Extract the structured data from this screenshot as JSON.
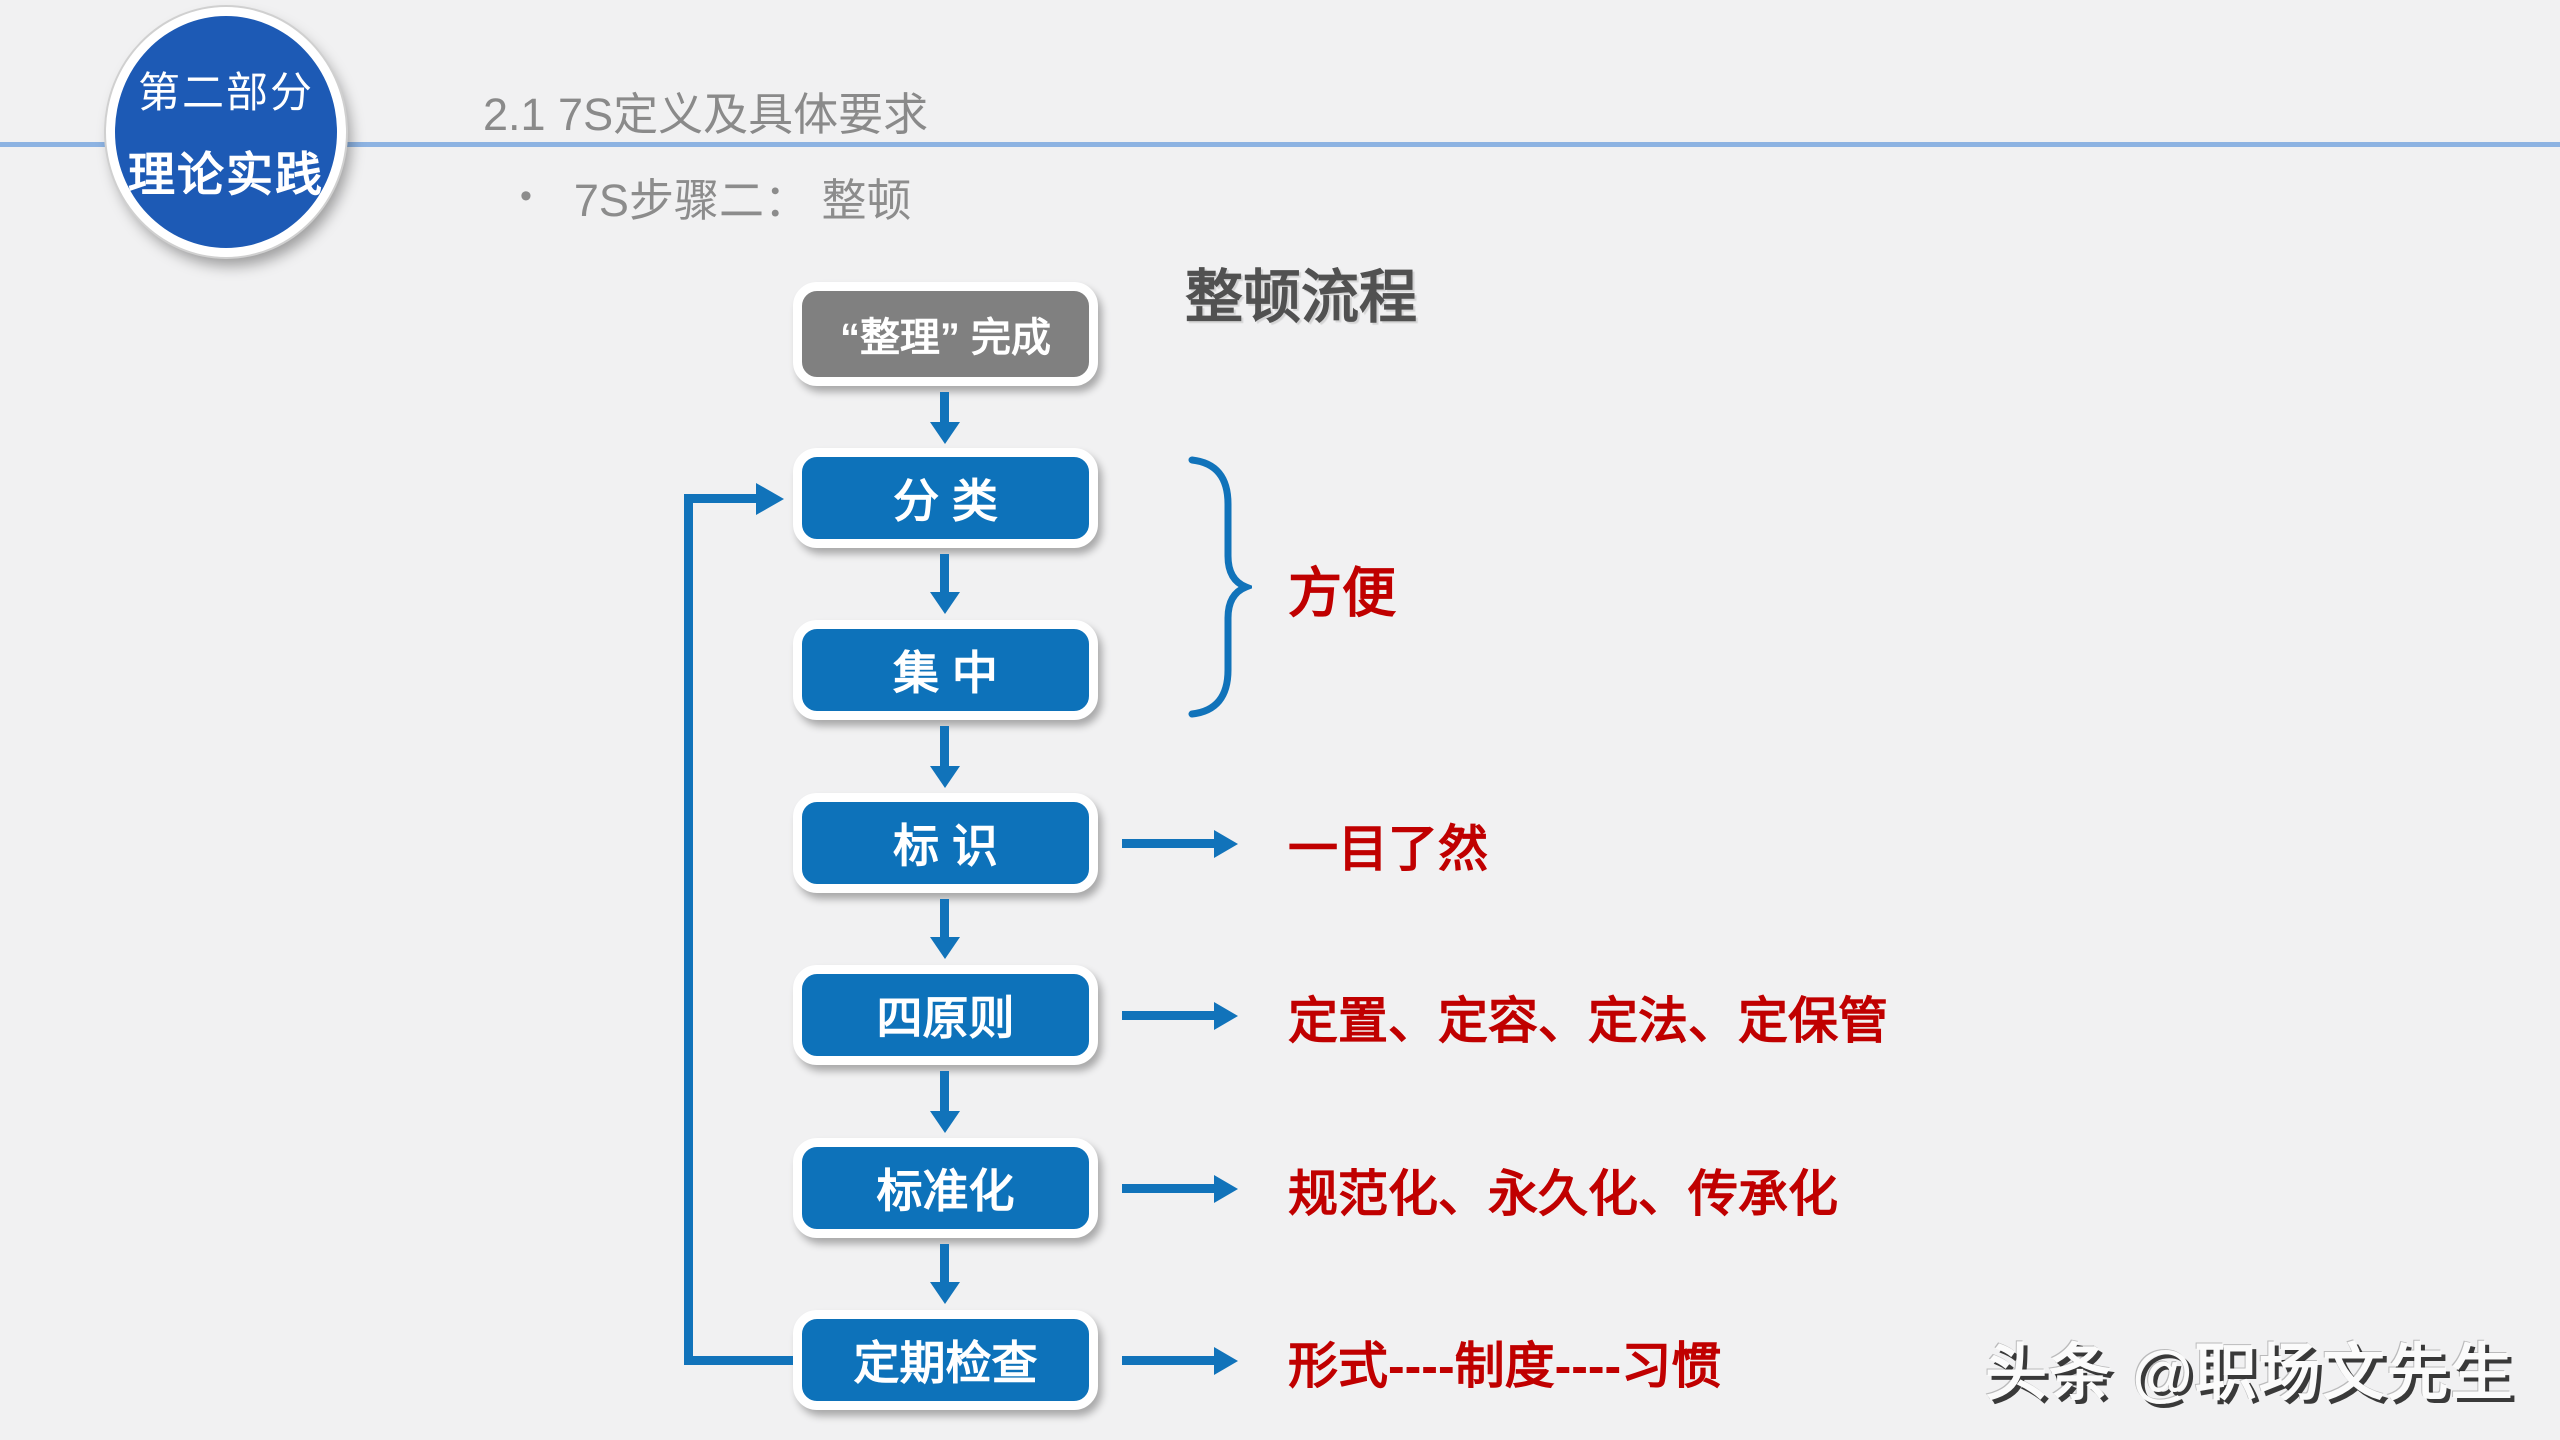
{
  "slide": {
    "badge": {
      "part_label": "第二部分",
      "part_name": "理论实践"
    },
    "header": {
      "title": "2.1  7S定义及具体要求",
      "bullet": "•",
      "subtitle": "7S步骤二： 整顿"
    },
    "flow": {
      "title": "整顿流程",
      "start": "“整理” 完成",
      "steps": [
        "分 类",
        "集 中",
        "标 识",
        "四原则",
        "标准化",
        "定期检查"
      ],
      "brace_label": "方便",
      "annotations": [
        "一目了然",
        "定置、定容、定法、定保管",
        "规范化、永久化、传承化",
        "形式----制度----习惯"
      ]
    },
    "watermark": "头条 @职场文先生",
    "colors": {
      "node_blue": "#0d72ba",
      "connector_blue": "#1173ba",
      "badge_blue": "#1d5ab5",
      "divider_blue": "#8db3e2",
      "annotation_red": "#c00000",
      "start_node_gray": "#808080"
    }
  }
}
